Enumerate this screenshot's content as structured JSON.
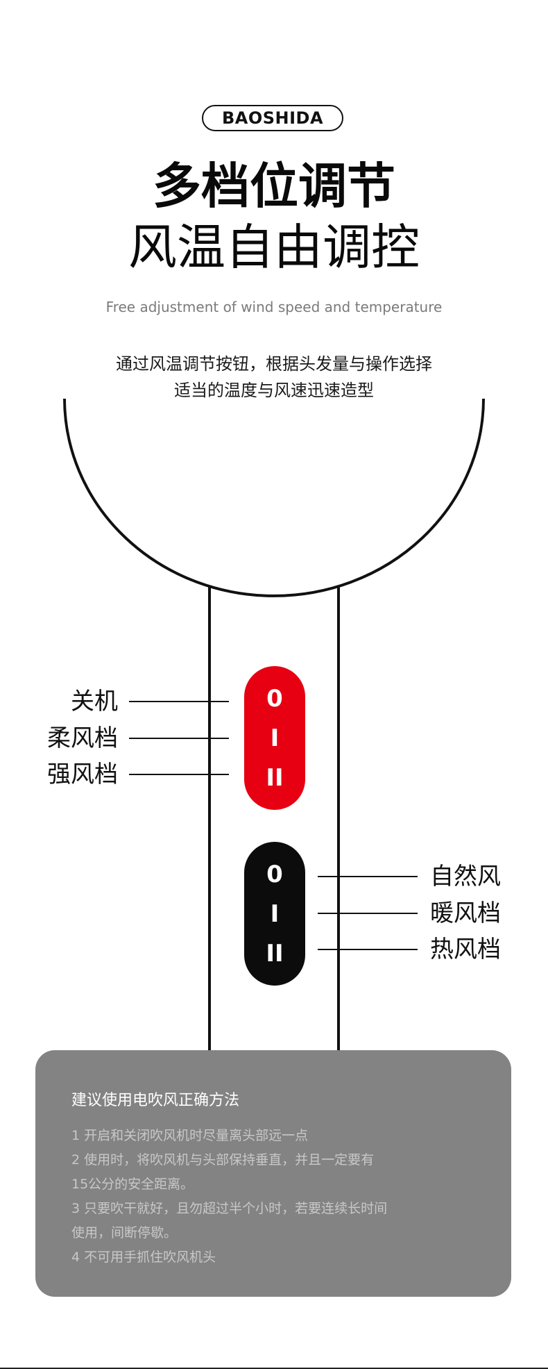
{
  "brand": "BAOSHIDA",
  "title_line1": "多档位调节",
  "title_line2": "风温自由调控",
  "subtitle_en": "Free adjustment of wind speed and temperature",
  "description": {
    "line1": "通过风温调节按钮，根据头发量与操作选择",
    "line2": "适当的温度与风速迅速造型"
  },
  "switch_speed": {
    "color": "#e60012",
    "marks": [
      "0",
      "I",
      "II"
    ],
    "labels": [
      "关机",
      "柔风档",
      "强风档"
    ]
  },
  "switch_temp": {
    "color": "#0c0c0c",
    "marks": [
      "0",
      "I",
      "II"
    ],
    "labels": [
      "自然风",
      "暖风档",
      "热风档"
    ]
  },
  "tips": {
    "title": "建议使用电吹风正确方法",
    "lines": [
      "1  开启和关闭吹风机时尽量离头部远一点",
      "2  使用时，将吹风机与头部保持垂直，并且一定要有",
      "15公分的安全距离。",
      "3  只要吹干就好，且勿超过半个小时，若要连续长时间",
      "使用，间断停歇。",
      "4  不可用手抓住吹风机头"
    ]
  }
}
